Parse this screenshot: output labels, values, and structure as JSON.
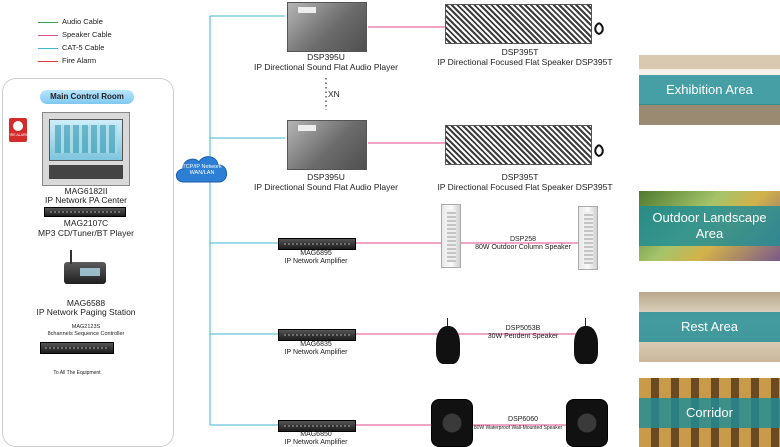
{
  "legend": [
    {
      "label": "Audio Cable",
      "color": "#2ea44f"
    },
    {
      "label": "Speaker Cable",
      "color": "#e34b8a"
    },
    {
      "label": "CAT-5 Cable",
      "color": "#3fb6d3"
    },
    {
      "label": "Fire  Alarm",
      "color": "#e8363b"
    }
  ],
  "room": {
    "title": "Main Control Room",
    "alarm_label": "FIRE ALARM",
    "pa_center": {
      "model": "MAG6182II",
      "name": "IP Network PA Center"
    },
    "mp3": {
      "model": "MAG2107C",
      "name": "MP3 CD/Tuner/BT Player"
    },
    "paging": {
      "model": "MAG6588",
      "name": "IP Network Paging  Station"
    },
    "sequencer": {
      "model": "MAG2123S",
      "name": "8channels Sequence Controller"
    },
    "equipment_label": "To All The Equipment"
  },
  "network": {
    "line1": "TCP/IP Network",
    "line2": "WAN/LAN"
  },
  "row1": {
    "player_model": "DSP395U",
    "player_name": "IP Directional Sound Flat Audio Player",
    "speaker_model": "DSP395T",
    "speaker_name": "IP Directional Focused Flat Speaker DSP395T"
  },
  "xn_label": "XN",
  "row2": {
    "player_model": "DSP395U",
    "player_name": "IP Directional Sound Flat Audio Player",
    "speaker_model": "DSP395T",
    "speaker_name": "IP Directional Focused Flat Speaker DSP395T"
  },
  "row3": {
    "amp_model": "MAG6895",
    "amp_name": "IP Network Amplifier",
    "speaker_model": "DSP258",
    "speaker_name": "80W Outdoor Column Speaker"
  },
  "row4": {
    "amp_model": "MAG6835",
    "amp_name": "IP Network Amplifier",
    "speaker_model": "DSP5053B",
    "speaker_name": "30W Pendent Speaker"
  },
  "row5": {
    "amp_model": "MAG6850",
    "amp_name": "IP Network Amplifier",
    "speaker_model": "DSP6060",
    "speaker_name": "80W Waterproof Wall-Mounted Speaker"
  },
  "areas": [
    {
      "label": "Exhibition Area"
    },
    {
      "label": "Outdoor Landscape Area"
    },
    {
      "label": "Rest Area"
    },
    {
      "label": "Corridor"
    }
  ]
}
